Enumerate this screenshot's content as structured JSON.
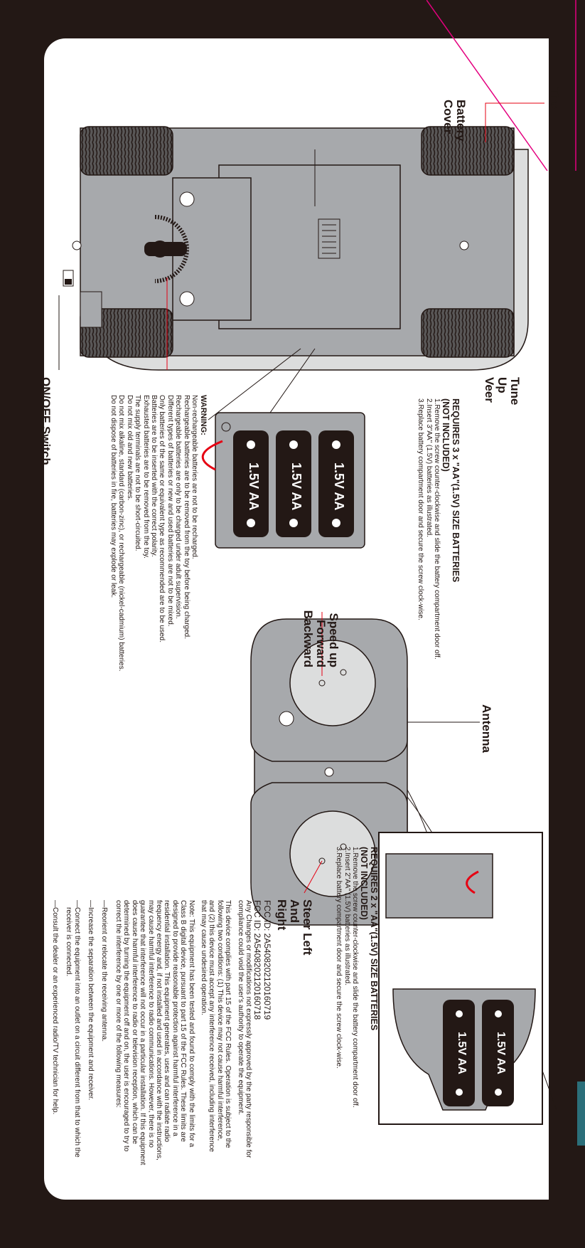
{
  "labels": {
    "tire": "Tire",
    "battery_cover": "Battery Cover",
    "tune_up_veer": "Tune Up Veer",
    "on_off_switch": "ON/OFF Switch",
    "speed_up": "Speed up Forward Backward",
    "steer": "Steer Left And Right",
    "antenna": "Antenna"
  },
  "car_batteries": {
    "title": "REQUIRES 3 x \"AA\"(1.5V) SIZE BATTERIES",
    "subtitle": "(NOT INCLUDED)",
    "steps": [
      "1.Remove the screw counter-clockwise and slide the battery compartment door off.",
      "2.Insert 3\"AA\" (1.5V) batteries as illustrated.",
      "3.Replace battery compartment door and secure the screw clock-wise."
    ],
    "cell_label": "1.5V AA"
  },
  "remote_batteries": {
    "title": "REQUIRES 2 x \"AA\"(1.5V) SIZE BATTERIES",
    "subtitle": "(NOT INCLUDED)",
    "steps": [
      "1.Remove the screw counter-clockwise and slide the battery compartment door off.",
      "2.Insert 2\"AA\" (1.5V) batteries as illustrated.",
      "3.Replace battery compartment door and secure the screw clock-wise."
    ],
    "cell_label": "1.5V AA"
  },
  "warning": {
    "title": "WARNING:",
    "items": [
      "Non-rechargeable batteries are not to be recharged.",
      "Rechargeable batteries are to be removed from the toy before being charged.",
      "Rechargeable batteries are only to be charged under adult supervision.",
      "Different types of batteries or new and used batteries are not to be mixed.",
      "Only batteries of the same or equivalent type as recommended are to be used.",
      "Batteries are to be inserted with the correct polarity.",
      "Exhausted batteries are to be removed from the toy.",
      "The supply terminals are not to be short-circuited.",
      "Do not mix old and new batteries.",
      "Do not mix alkaline, standard (carbon-zinc), or rechargeable (nickel-cadmium) batteries.",
      "Do not dispose of batteries in fire, batteries may explode or leak."
    ]
  },
  "fcc": {
    "id1": "FCC ID: 2A5408202120160719",
    "id2": "FCC ID: 2A5408202120160718",
    "compliance": [
      "Any Changes or modifications not expressly approved by the party responsible for",
      "compliance could void the user's authority to operate the equipment."
    ],
    "part15": [
      "This device complies with part 15 of the FCC Rules. Operation is subject to the",
      "following two conditions: (1) This device may not cause harmful interference,",
      "and (2) this device must accept any interference received, including interference",
      "that may cause undesired operation."
    ],
    "note": [
      "Note: This equipment has been tested and found to comply with the limits for a",
      "Class B digital device, pursuant to part 15 of the FCC Rules. These limits are",
      "designed to provide reasonable protection against harmful interference in a",
      "residential installation. This equipment generates, uses and can radiate radio",
      "frequency energy and, if not installed and used in accordance with the instructions,",
      "may cause harmful interference to radio communications. However, there is no",
      "guarantee that interference will not occur in a particular installation. If this equipment",
      "does cause harmful interference to radio or television reception, which can be",
      "determined by turning the equipment off and on, the user is encouraged to try to",
      "correct the interference by one or more of the following measures:"
    ],
    "measures": [
      "—Reorient or relocate the receiving antenna.",
      "—Increase the separation between the equipment and receiver.",
      "—Connect the equipment into an outlet on a circuit different from that to which the",
      "receiver is connected.",
      "—Consult the dealer or an experienced radio/TV technician for help."
    ]
  },
  "colors": {
    "background": "#231815",
    "sheet": "#ffffff",
    "part_gray": "#a7a9ac",
    "dark_gray": "#595757",
    "leader_red": "#e60012",
    "accent_pink": "#e4007f"
  }
}
